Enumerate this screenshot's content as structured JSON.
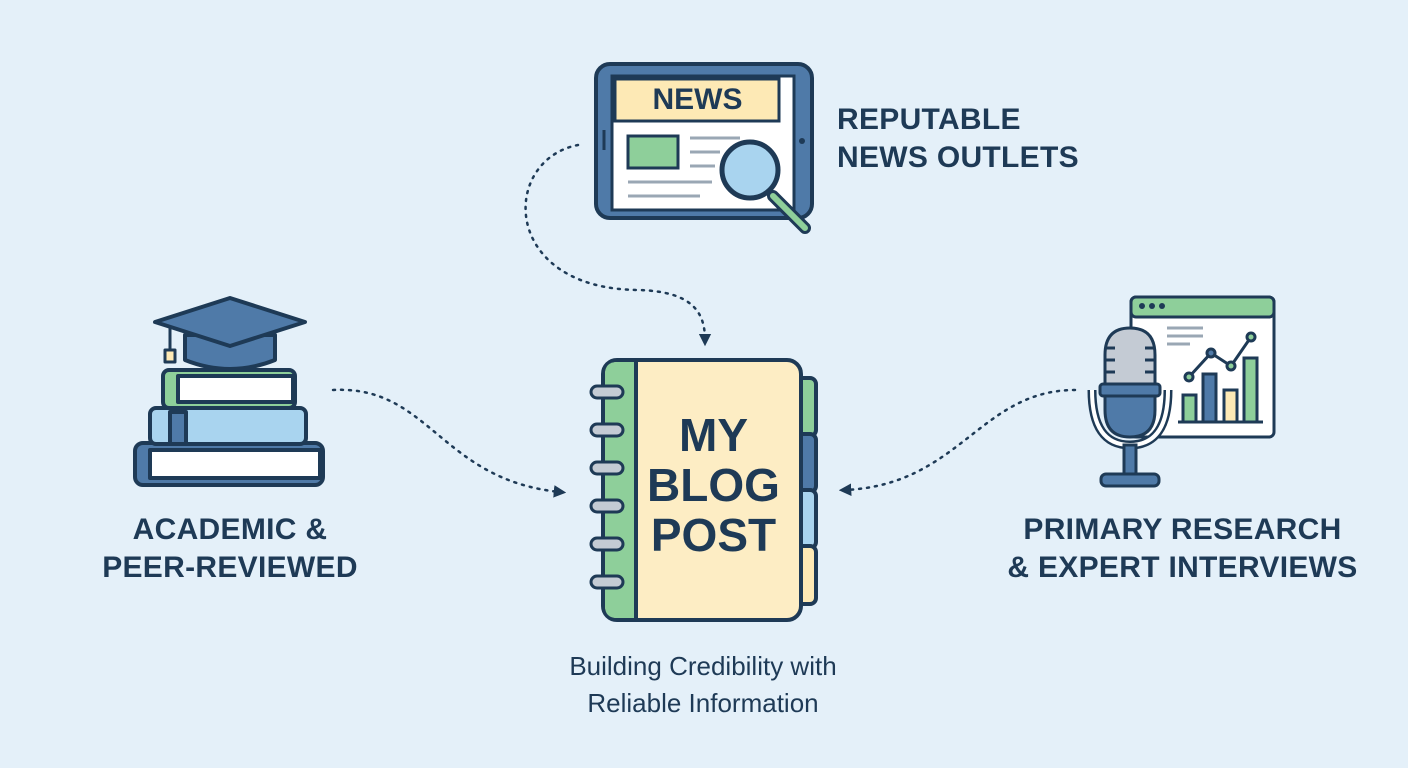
{
  "center": {
    "title_lines": [
      "MY",
      "BLOG",
      "POST"
    ]
  },
  "caption": {
    "lines": [
      "Building Credibility with",
      "Reliable Information"
    ]
  },
  "sources": {
    "news": {
      "icon_text": "NEWS",
      "label_lines": [
        "REPUTABLE",
        "NEWS OUTLETS"
      ]
    },
    "academic": {
      "label_lines": [
        "ACADEMIC &",
        "PEER-REVIEWED"
      ]
    },
    "research": {
      "label_lines": [
        "PRIMARY RESEARCH",
        "& EXPERT INTERVIEWS"
      ]
    }
  },
  "colors": {
    "background": "#e4f0f9",
    "ink": "#1e3a56",
    "green": "#8ecf9a",
    "blue": "#4f7aa8",
    "light_blue": "#a9d4ef",
    "yellow": "#fde9b5"
  }
}
